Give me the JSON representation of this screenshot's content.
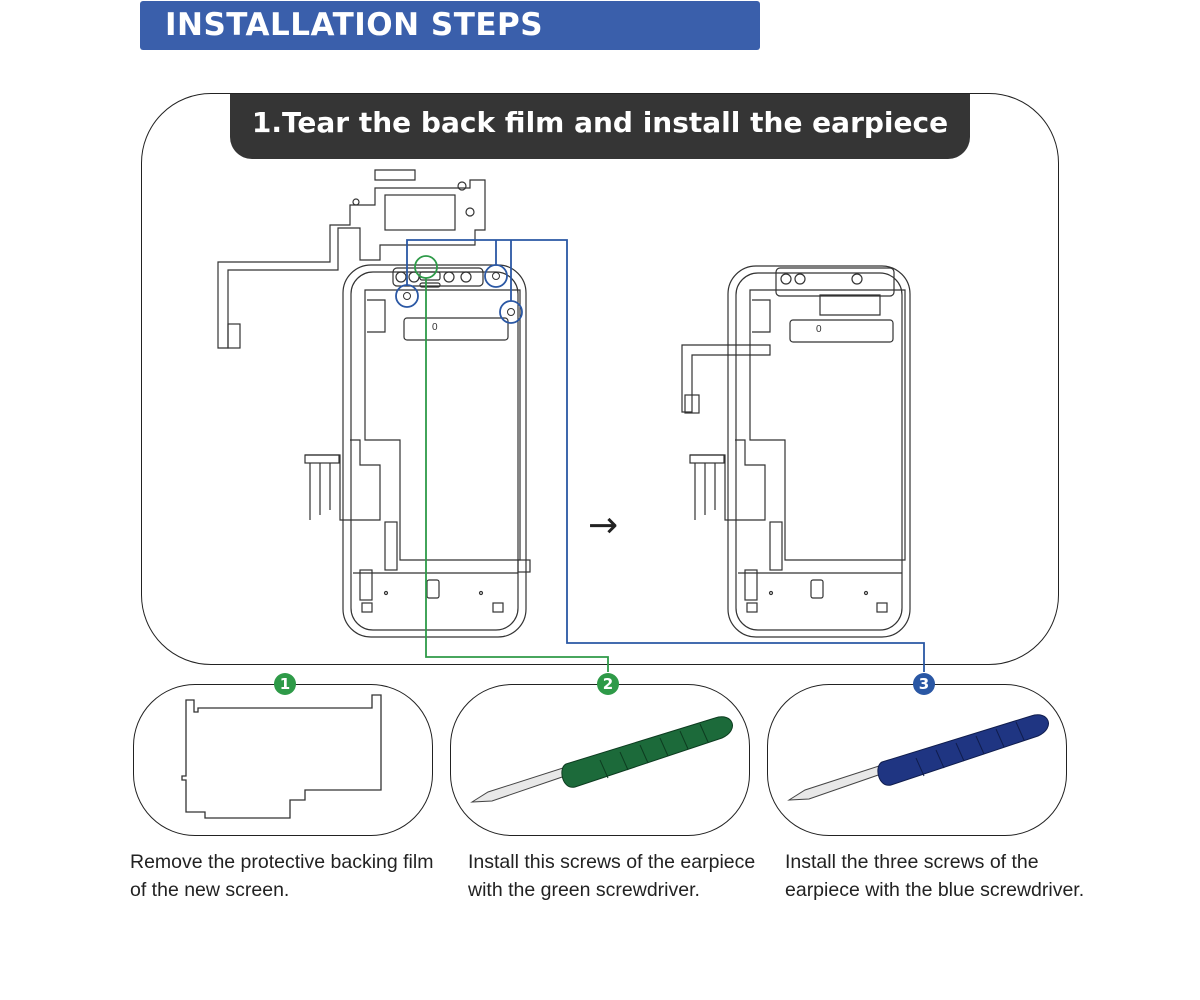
{
  "header": {
    "title": "INSTALLATION STEPS"
  },
  "step": {
    "title": "1.Tear the back film and install the earpiece"
  },
  "phone_labels": {
    "left_label": "0",
    "right_label": "0"
  },
  "sub_steps": [
    {
      "number": "1",
      "color": "#2e9a48",
      "line1": "Remove the protective backing film",
      "line2": "of the new screen."
    },
    {
      "number": "2",
      "color": "#2e9a48",
      "line1": "Install this screws of the earpiece",
      "line2": "with the green screwdriver."
    },
    {
      "number": "3",
      "color": "#2a57a4",
      "line1": "Install the three screws of the",
      "line2": "earpiece with the blue screwdriver."
    }
  ],
  "colors": {
    "banner": "#3a5fab",
    "tab": "#353535",
    "green": "#2e9a48",
    "blue": "#2a57a4",
    "green_handle": "#1c6a3a",
    "blue_handle": "#1f3582"
  },
  "arrow": "→"
}
